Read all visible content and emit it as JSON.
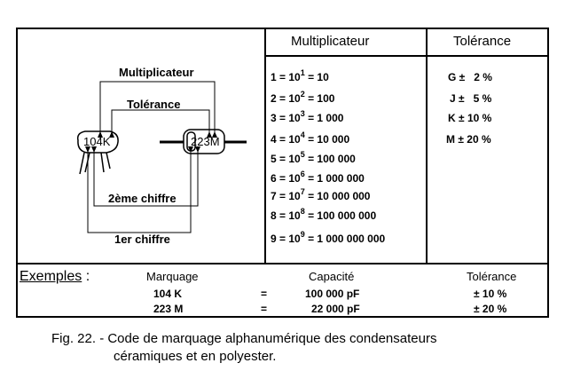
{
  "headers": {
    "multiplier": "Multiplicateur",
    "tolerance": "Tolérance"
  },
  "diagram": {
    "label_multiplier": "Multiplicateur",
    "label_tolerance": "Tolérance",
    "label_second_digit": "2ème chiffre",
    "label_first_digit": "1er chiffre",
    "ceramic_marking": "104K",
    "polyester_marking": "223M"
  },
  "multipliers": [
    {
      "digit": "1",
      "exp": "1",
      "value": "10"
    },
    {
      "digit": "2",
      "exp": "2",
      "value": "100"
    },
    {
      "digit": "3",
      "exp": "3",
      "value": "1 000"
    },
    {
      "digit": "4",
      "exp": "4",
      "value": "10 000"
    },
    {
      "digit": "5",
      "exp": "5",
      "value": "100 000"
    },
    {
      "digit": "6",
      "exp": "6",
      "value": "1 000 000"
    },
    {
      "digit": "7",
      "exp": "7",
      "value": "10 000 000"
    },
    {
      "digit": "8",
      "exp": "8",
      "value": "100 000 000"
    },
    {
      "digit": "9",
      "exp": "9",
      "value": "1 000 000 000"
    }
  ],
  "tolerances": [
    {
      "code": "G",
      "value": "2 %"
    },
    {
      "code": "J",
      "value": "5 %"
    },
    {
      "code": "K",
      "value": "10 %"
    },
    {
      "code": "M",
      "value": "20 %"
    }
  ],
  "examples": {
    "title": "Exemples",
    "colon": ":",
    "col_marking": "Marquage",
    "col_capacity": "Capacité",
    "col_tolerance": "Tolérance",
    "rows": [
      {
        "marking": "104 K",
        "eq": "=",
        "capacity": "100 000 pF",
        "tolerance": "± 10 %"
      },
      {
        "marking": "223 M",
        "eq": "=",
        "capacity": "22 000 pF",
        "tolerance": "± 20 %"
      }
    ]
  },
  "caption": {
    "line1": "Fig. 22. - Code de marquage alphanumérique des condensateurs",
    "line2": "céramiques et en polyester."
  }
}
